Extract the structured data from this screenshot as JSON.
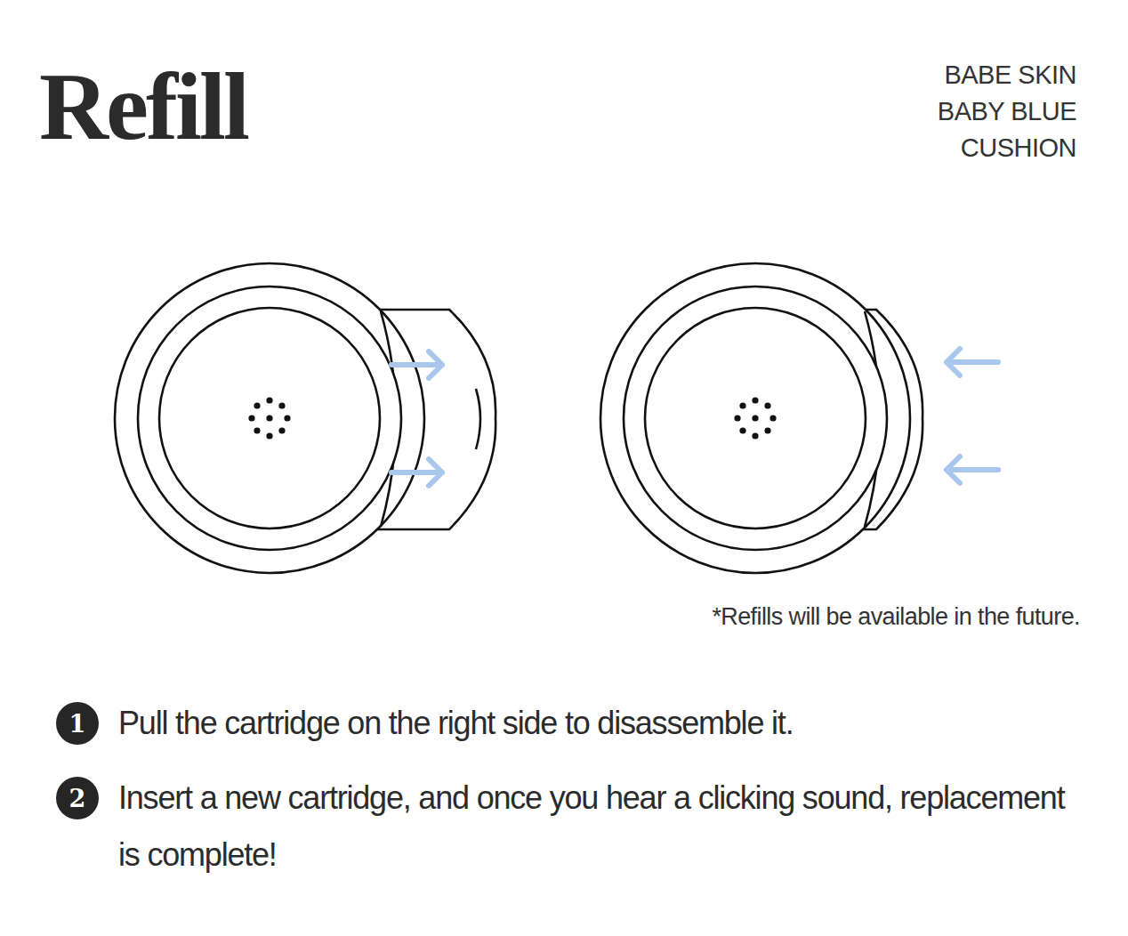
{
  "diagram": {
    "title": "Refill",
    "nodes": [
      {
        "text": [
          "1"
        ]
      },
      {
        "text": [
          "2"
        ]
      }
    ],
    "labels": [
      "BABE SKIN BABY BLUE CUSHION",
      "*Refills will be available in the future.",
      "Pull the cartridge on the right side to disassemble it.",
      "Insert a new cartridge, and once you hear a clicking sound, replacement is complete!"
    ]
  }
}
